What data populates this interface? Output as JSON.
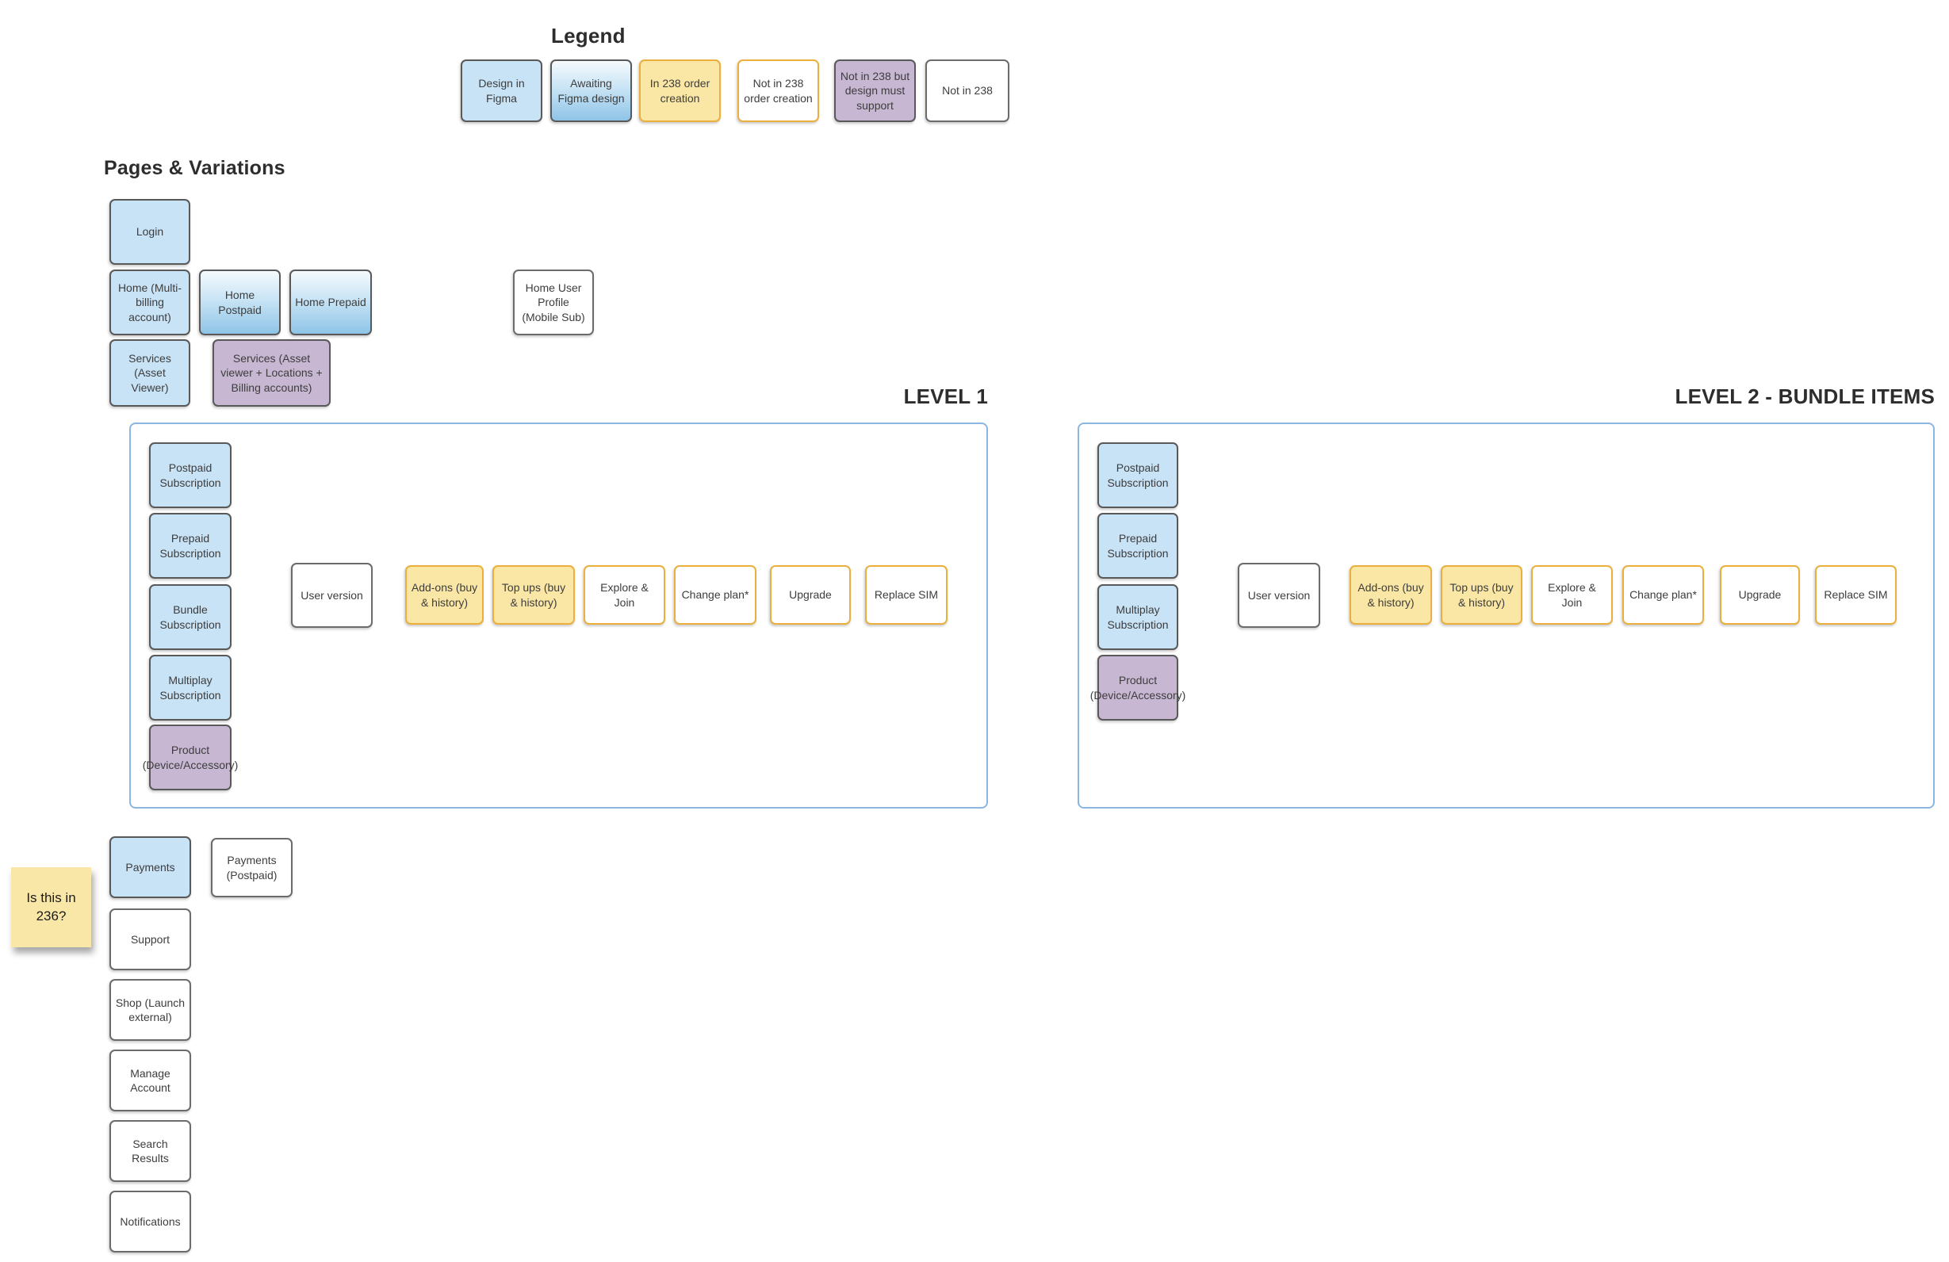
{
  "colors": {
    "solid_blue_fill": "#C8E2F6",
    "gradient_blue_top": "#F5FAFD",
    "gradient_blue_bottom": "#8FC4E7",
    "yellow_fill": "#FAE6A5",
    "yellow_border": "#EBAF3D",
    "purple_fill": "#C7B7D2",
    "gray_border": "#595959",
    "white_box_border": "#6B6B6B",
    "frame_border": "#8AB6E0",
    "sticky_fill": "#F8E7A6",
    "label_text": "#3D3D3D",
    "heading_text": "#2D2D2D"
  },
  "legend": {
    "title": "Legend",
    "items": [
      {
        "label": "Design in Figma",
        "style": "solid-blue"
      },
      {
        "label": "Awaiting Figma design",
        "style": "gradient-blue"
      },
      {
        "label": "In 238 order creation",
        "style": "yellow"
      },
      {
        "label": "Not in 238 order creation",
        "style": "yellow-outline"
      },
      {
        "label": "Not in 238 but design must support",
        "style": "purple"
      },
      {
        "label": "Not in 238",
        "style": "white"
      }
    ]
  },
  "pages": {
    "title": "Pages & Variations",
    "login": "Login",
    "home_multi_billing": "Home (Multi-billing account)",
    "home_postpaid": "Home Postpaid",
    "home_prepaid": "Home Prepaid",
    "home_user_profile": "Home User Profile (Mobile Sub)",
    "services_asset_viewer": "Services (Asset Viewer)",
    "services_full": "Services (Asset viewer + Locations + Billing accounts)"
  },
  "level1": {
    "title": "LEVEL 1",
    "subscriptions": [
      {
        "label": "Postpaid Subscription",
        "style": "solid-blue"
      },
      {
        "label": "Prepaid Subscription",
        "style": "solid-blue"
      },
      {
        "label": "Bundle Subscription",
        "style": "solid-blue"
      },
      {
        "label": "Multiplay Subscription",
        "style": "solid-blue"
      },
      {
        "label": "Product (Device/Accessory)",
        "style": "purple"
      }
    ],
    "user_version": "User version",
    "actions": [
      {
        "label": "Add-ons (buy & history)",
        "style": "yellow"
      },
      {
        "label": "Top ups (buy & history)",
        "style": "yellow"
      },
      {
        "label": "Explore & Join",
        "style": "yellow-outline"
      },
      {
        "label": "Change plan*",
        "style": "yellow-outline"
      },
      {
        "label": "Upgrade",
        "style": "yellow-outline"
      },
      {
        "label": "Replace SIM",
        "style": "yellow-outline"
      }
    ]
  },
  "level2": {
    "title": "LEVEL 2 - BUNDLE ITEMS",
    "subscriptions": [
      {
        "label": "Postpaid Subscription",
        "style": "solid-blue"
      },
      {
        "label": "Prepaid Subscription",
        "style": "solid-blue"
      },
      {
        "label": "Multiplay Subscription",
        "style": "solid-blue"
      },
      {
        "label": "Product (Device/Accessory)",
        "style": "purple"
      }
    ],
    "user_version": "User version",
    "actions": [
      {
        "label": "Add-ons (buy & history)",
        "style": "yellow"
      },
      {
        "label": "Top ups (buy & history)",
        "style": "yellow"
      },
      {
        "label": "Explore & Join",
        "style": "yellow-outline"
      },
      {
        "label": "Change plan*",
        "style": "yellow-outline"
      },
      {
        "label": "Upgrade",
        "style": "yellow-outline"
      },
      {
        "label": "Replace SIM",
        "style": "yellow-outline"
      }
    ]
  },
  "bottom": {
    "sticky_note": "Is this in 236?",
    "payments": "Payments",
    "payments_postpaid": "Payments (Postpaid)",
    "support": "Support",
    "shop": "Shop (Launch external)",
    "manage_account": "Manage Account",
    "search_results": "Search Results",
    "notifications": "Notifications"
  }
}
